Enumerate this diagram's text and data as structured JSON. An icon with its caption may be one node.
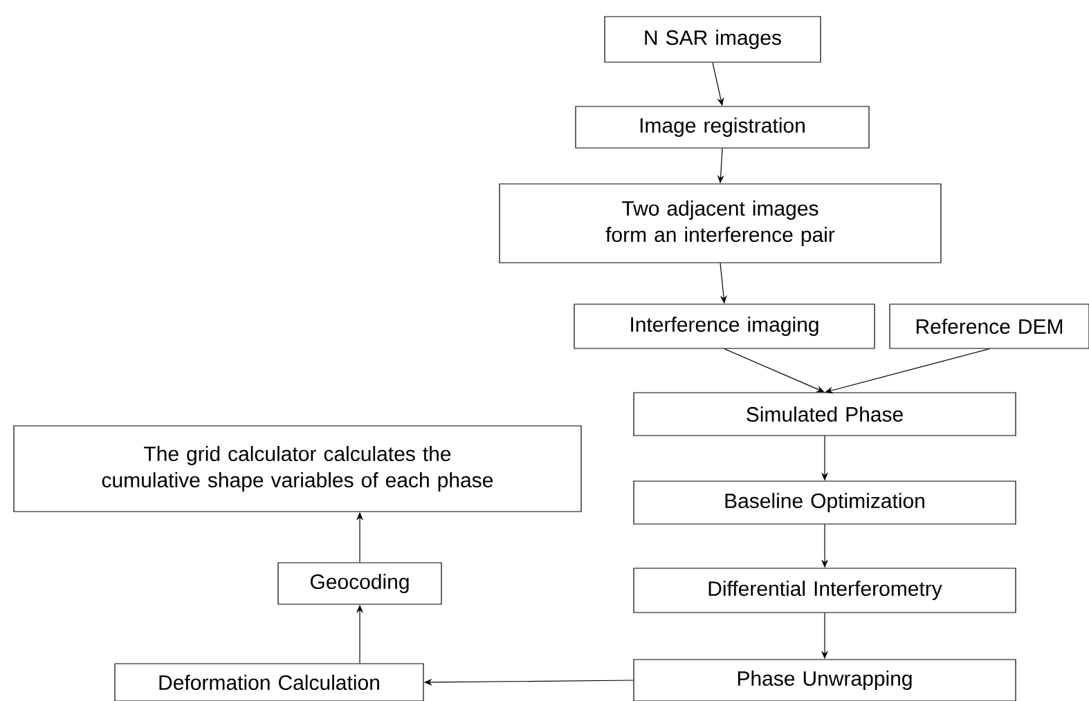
{
  "diagram": {
    "nodes": [
      {
        "text": [
          "N SAR images"
        ]
      },
      {
        "text": [
          "Image registration"
        ]
      },
      {
        "text": [
          "Two adjacent images form an interference pair"
        ]
      },
      {
        "text": [
          "Interference imaging"
        ]
      },
      {
        "text": [
          "Reference DEM"
        ]
      },
      {
        "text": [
          "Simulated Phase"
        ]
      },
      {
        "text": [
          "Baseline Optimization"
        ]
      },
      {
        "text": [
          "Differential Interferometry"
        ]
      },
      {
        "text": [
          "Phase Unwrapping"
        ]
      },
      {
        "text": [
          "Deformation Calculation"
        ]
      },
      {
        "text": [
          "Geocoding"
        ]
      },
      {
        "text": [
          "The grid calculator calculates the cumulative shape variables of each phase"
        ]
      }
    ],
    "edges": [
      {
        "from": 0,
        "to": 1,
        "arrow": "to"
      },
      {
        "from": 1,
        "to": 2,
        "arrow": "to"
      },
      {
        "from": 2,
        "to": 3,
        "arrow": "to"
      },
      {
        "from": 3,
        "to": 5,
        "arrow": "to"
      },
      {
        "from": 4,
        "to": 5,
        "arrow": "to"
      },
      {
        "from": 5,
        "to": 6,
        "arrow": "to"
      },
      {
        "from": 6,
        "to": 7,
        "arrow": "to"
      },
      {
        "from": 7,
        "to": 8,
        "arrow": "to"
      },
      {
        "from": 8,
        "to": 9,
        "arrow": "to"
      },
      {
        "from": 9,
        "to": 10,
        "arrow": "to"
      },
      {
        "from": 10,
        "to": 11,
        "arrow": "to"
      }
    ]
  }
}
